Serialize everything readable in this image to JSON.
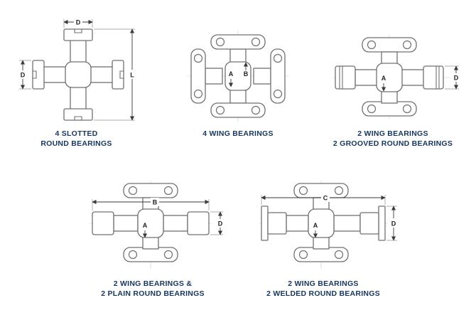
{
  "figures": [
    {
      "caption": [
        "4 SLOTTED",
        "ROUND BEARINGS"
      ],
      "dims": {
        "d1": "D",
        "d2": "D",
        "d3": "L"
      }
    },
    {
      "caption": [
        "4 WING BEARINGS"
      ],
      "dims": {
        "d1": "A",
        "d2": "B"
      }
    },
    {
      "caption": [
        "2 WING BEARINGS",
        "2 GROOVED ROUND BEARINGS"
      ],
      "dims": {
        "d1": "A",
        "d2": "D"
      }
    },
    {
      "caption": [
        "2 WING BEARINGS &",
        "2 PLAIN ROUND BEARINGS"
      ],
      "dims": {
        "d1": "A",
        "d2": "B",
        "d3": "D"
      }
    },
    {
      "caption": [
        "2 WING BEARINGS",
        "2 WELDED ROUND BEARINGS"
      ],
      "dims": {
        "d1": "A",
        "d2": "C",
        "d3": "D"
      }
    }
  ],
  "colors": {
    "caption": "#17365d",
    "line": "#707070",
    "dimension": "#3a3a3a",
    "background": "#ffffff"
  }
}
